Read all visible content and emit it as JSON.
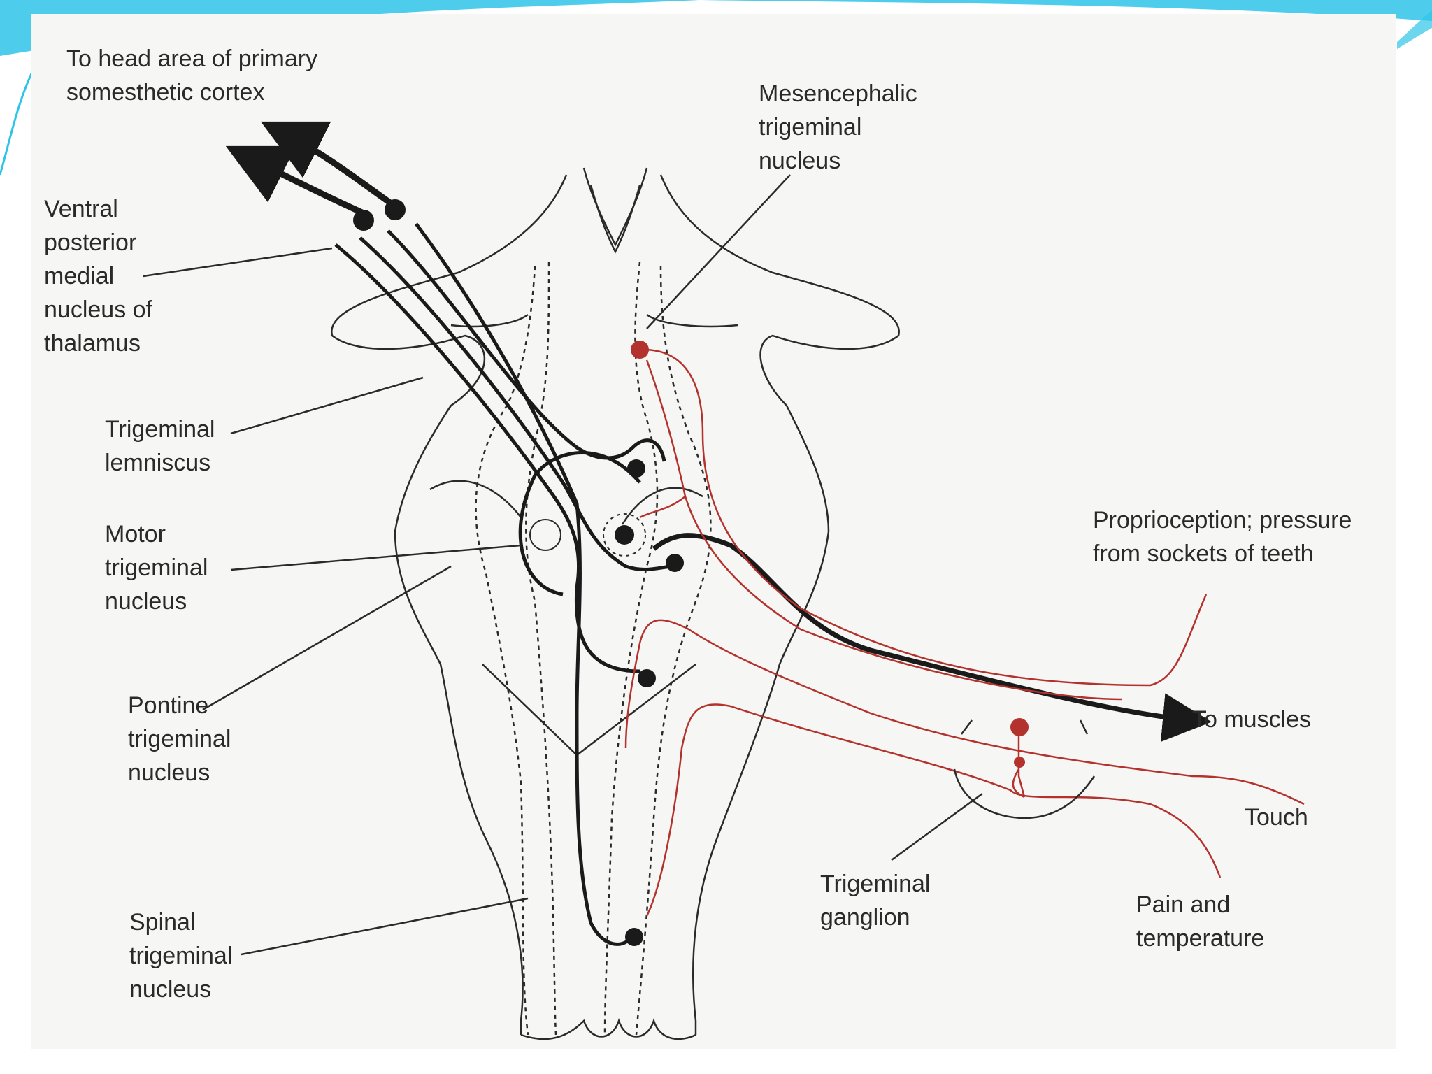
{
  "colors": {
    "background": "#ffffff",
    "panel": "#f6f6f4",
    "slide_accent": "#2ec4e8",
    "outline": "#2a2a2a",
    "pathway_black": "#1a1a1a",
    "pathway_red": "#b3322d"
  },
  "labels": {
    "cortex": [
      "To head area of primary",
      "somesthetic cortex"
    ],
    "mesencephalic": [
      "Mesencephalic",
      "trigeminal",
      "nucleus"
    ],
    "thalamus": [
      "Ventral",
      "posterior",
      "medial",
      "nucleus of",
      "thalamus"
    ],
    "lemniscus": [
      "Trigeminal",
      "lemniscus"
    ],
    "motor": [
      "Motor",
      "trigeminal",
      "nucleus"
    ],
    "pontine": [
      "Pontine",
      "trigeminal",
      "nucleus"
    ],
    "spinal": [
      "Spinal",
      "trigeminal",
      "nucleus"
    ],
    "proprioception": [
      "Proprioception; pressure",
      "from sockets of teeth"
    ],
    "muscles": [
      "To muscles"
    ],
    "touch": [
      "Touch"
    ],
    "ganglion": [
      "Trigeminal",
      "ganglion"
    ],
    "pain": [
      "Pain and",
      "temperature"
    ]
  }
}
